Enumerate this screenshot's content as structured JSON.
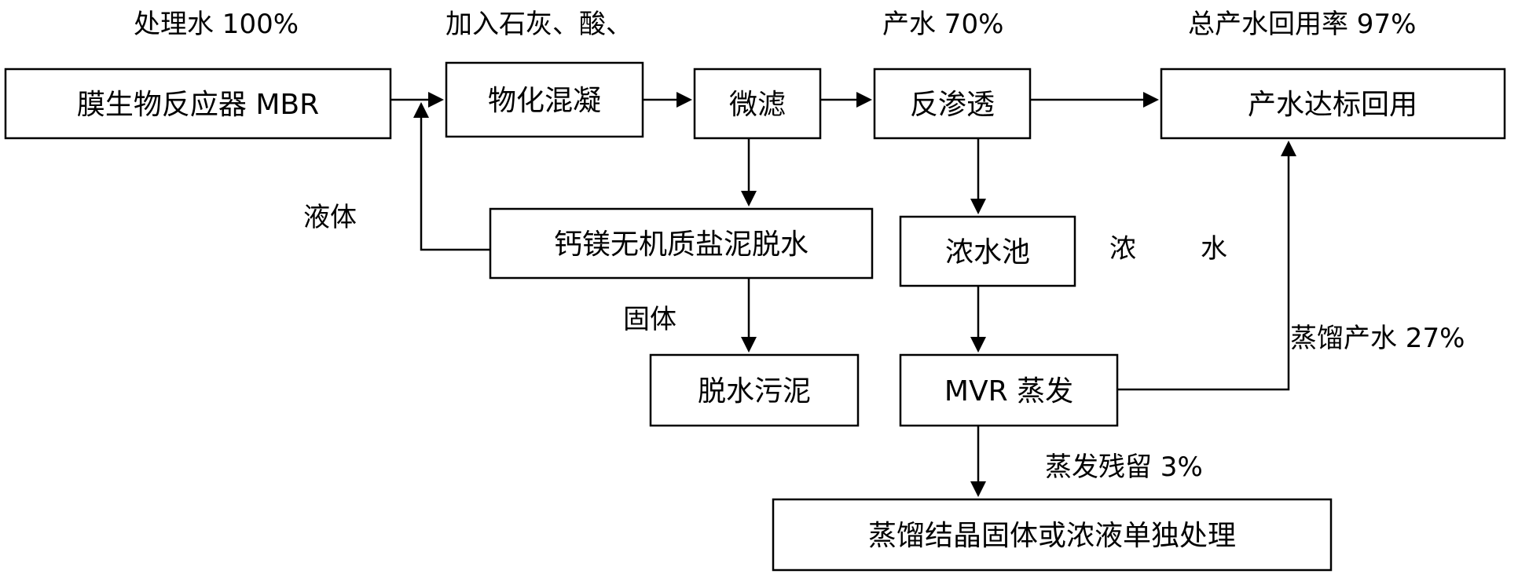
{
  "boxes": {
    "mbr": "膜生物反应器 MBR",
    "coag": "物化混凝",
    "microfilt": "微滤",
    "ro": "反渗透",
    "reuse": "产水达标回用",
    "sludge_dewater": "钙镁无机质盐泥脱水",
    "conc_tank": "浓水池",
    "dewatered_sludge": "脱水污泥",
    "mvr": "MVR 蒸发",
    "crystal": "蒸馏结晶固体或浓液单独处理"
  },
  "labels": {
    "treated_water": "处理水 100%",
    "add_chemicals": "加入石灰、酸、",
    "product_water": "产水 70%",
    "total_reuse": "总产水回用率 97%",
    "liquid": "液体",
    "solid": "固体",
    "conc_water_1": "浓",
    "conc_water_2": "水",
    "distill_water": "蒸馏产水 27%",
    "evap_residue": "蒸发残留 3%"
  }
}
